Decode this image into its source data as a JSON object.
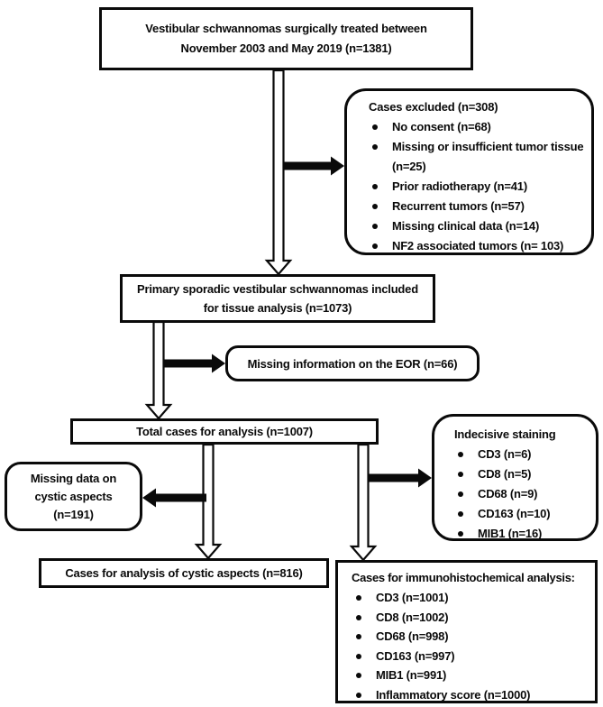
{
  "figure": {
    "background": "#ffffff",
    "line_color": "#0a0a0a",
    "description": "Patient selection flowchart"
  },
  "boxes": {
    "treated": {
      "line1": "Vestibular schwannomas surgically treated between",
      "line2": "November 2003 and May 2019 (n=1381)"
    },
    "excluded": {
      "title": "Cases excluded (n=308)",
      "items": [
        "No consent (n=68)",
        "Missing or insufficient tumor tissue (n=25)",
        "Prior radiotherapy (n=41)",
        "Recurrent tumors (n=57)",
        "Missing clinical data (n=14)",
        "NF2 associated tumors (n= 103)"
      ]
    },
    "primary": {
      "line1": "Primary sporadic vestibular schwannomas included",
      "line2": "for tissue analysis (n=1073)"
    },
    "eor": {
      "text": "Missing information on the EOR (n=66)"
    },
    "total": {
      "text": "Total cases for analysis (n=1007)"
    },
    "indecisive": {
      "title": "Indecisive staining",
      "items": [
        "CD3 (n=6)",
        "CD8 (n=5)",
        "CD68 (n=9)",
        "CD163 (n=10)",
        "MIB1 (n=16)"
      ]
    },
    "missing_cystic": {
      "line1": "Missing data on",
      "line2": "cystic aspects",
      "line3": "(n=191)"
    },
    "cystic": {
      "text": "Cases for analysis of cystic aspects (n=816)"
    },
    "immuno": {
      "title": "Cases for immunohistochemical analysis:",
      "items": [
        "CD3 (n=1001)",
        "CD8 (n=1002)",
        "CD68 (n=998)",
        "CD163 (n=997)",
        "MIB1 (n=991)",
        "Inflammatory score (n=1000)"
      ]
    }
  }
}
